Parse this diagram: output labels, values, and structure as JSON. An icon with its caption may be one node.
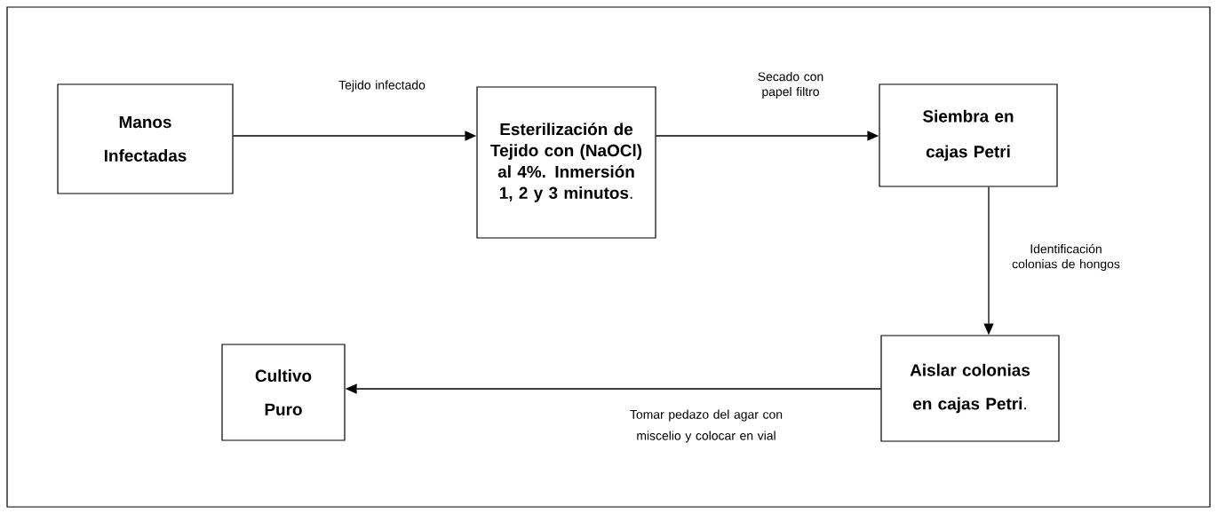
{
  "diagram": {
    "nodes": [
      {
        "text": [
          "Manos Infectadas"
        ]
      },
      {
        "text": [
          "**Esterilización de Tejido con (NaOCl) al 4%. Inmersión 1, 2 y 3 minutos**."
        ]
      },
      {
        "text": [
          "Siembra en cajas Petri"
        ]
      },
      {
        "text": [
          "**Aislar colonias en cajas Petri**."
        ]
      },
      {
        "text": [
          "Cultivo Puro"
        ]
      }
    ],
    "edges": [
      {
        "from": 0,
        "to": 1,
        "arrow": "to",
        "label": "Tejido infectado"
      },
      {
        "from": 1,
        "to": 2,
        "arrow": "to",
        "label": "Secado con papel filtro"
      },
      {
        "from": 2,
        "to": 3,
        "arrow": "to",
        "label": "Identificación colonias de hongos"
      },
      {
        "from": 3,
        "to": 4,
        "arrow": "to",
        "label": "Tomar pedazo del agar con miscelio y colocar en vial"
      }
    ]
  }
}
